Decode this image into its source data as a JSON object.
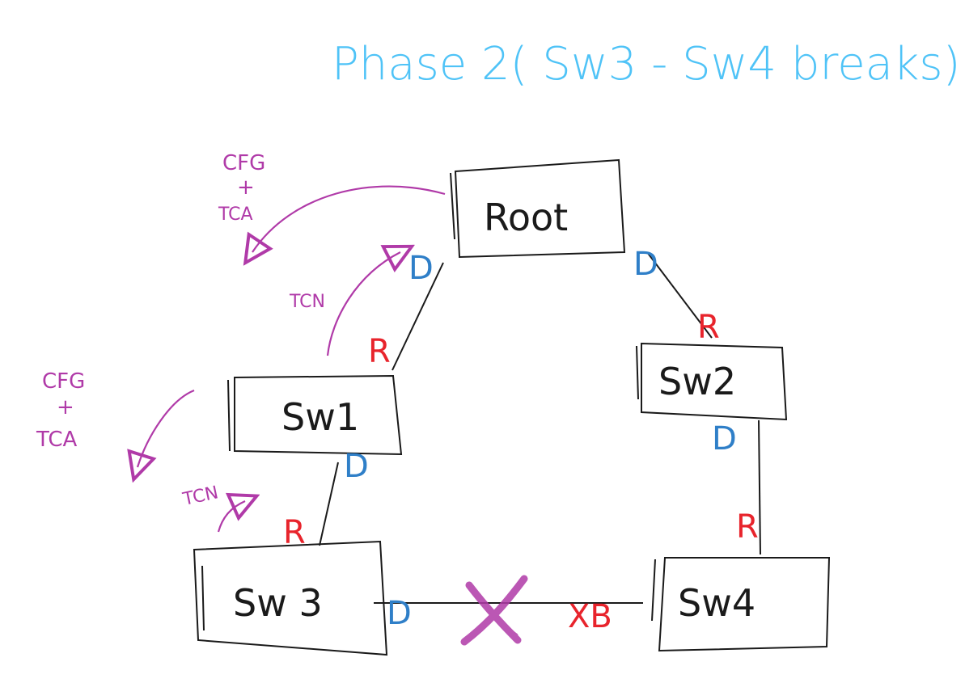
{
  "title": "Phase 2( Sw3 - Sw4 breaks)",
  "colors": {
    "title": "#4fc3f7",
    "ink": "#1a1a1a",
    "root_port": "#e8242c",
    "designated_port": "#2f7fc8",
    "messages": "#b03aa8"
  },
  "nodes": {
    "root": "Root",
    "sw1": "Sw1",
    "sw2": "Sw2",
    "sw3": "Sw 3",
    "sw4": "Sw4"
  },
  "ports": {
    "root_to_sw1": "D",
    "root_to_sw2": "D",
    "sw1_up": "R",
    "sw1_down": "D",
    "sw2_up": "R",
    "sw2_down": "D",
    "sw3_up": "R",
    "sw3_right": "D",
    "sw4_up": "R",
    "sw4_left": "XB"
  },
  "annotations": {
    "tcn_upper": "TCN",
    "tcn_lower": "TCN",
    "cfg_top": "CFG",
    "plus_top": "+",
    "tca_top": "TCA",
    "cfg_left": "CFG",
    "plus_left": "+",
    "tca_left": "TCA"
  }
}
